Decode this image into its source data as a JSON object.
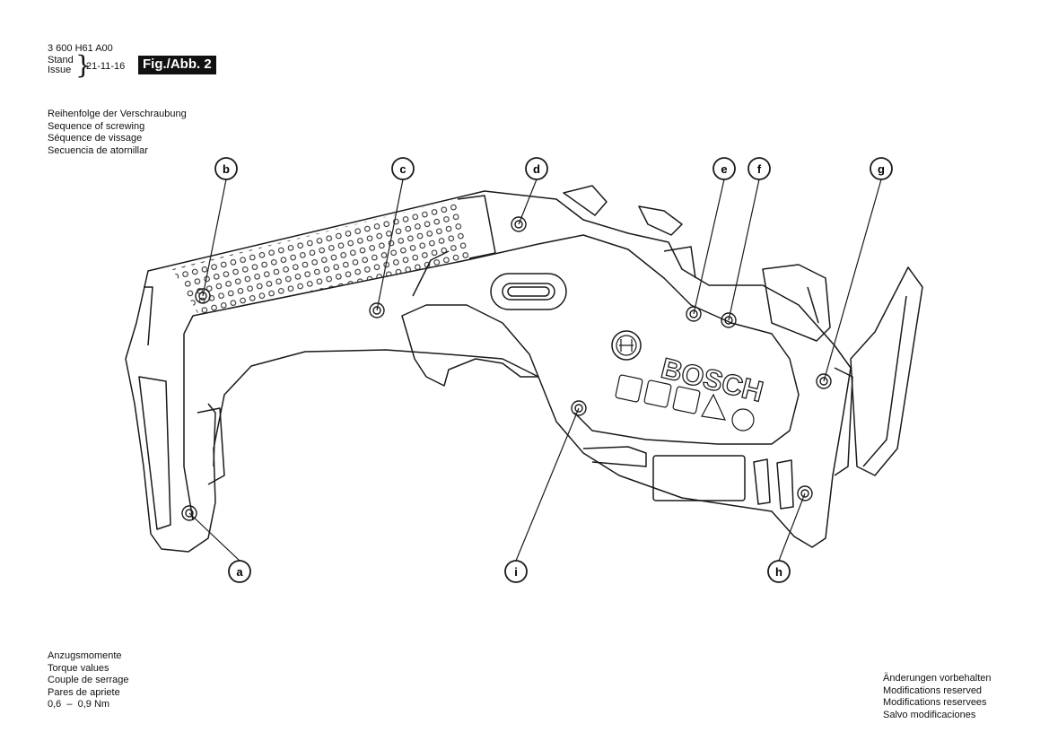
{
  "header": {
    "doc_number": "3 600 H61 A00",
    "stand_label": "Stand",
    "issue_label": "Issue",
    "date": "21-11-16",
    "figure_label": "Fig./Abb. 2"
  },
  "sequence_title": [
    "Reihenfolge der Verschraubung",
    "Sequence of screwing",
    "Séquence de vissage",
    "Secuencia de atornillar"
  ],
  "callouts": [
    "a",
    "b",
    "c",
    "d",
    "e",
    "f",
    "g",
    "h",
    "i"
  ],
  "brand_logo": "BOSCH",
  "torque": {
    "lines": [
      "Anzugsmomente",
      "Torque values",
      "Couple de serrage",
      "Pares de apriete"
    ],
    "value": "0,6  –  0,9 Nm"
  },
  "modifications": [
    "Änderungen vorbehalten",
    "Modifications reserved",
    "Modifications reservees",
    "Salvo modificaciones"
  ]
}
